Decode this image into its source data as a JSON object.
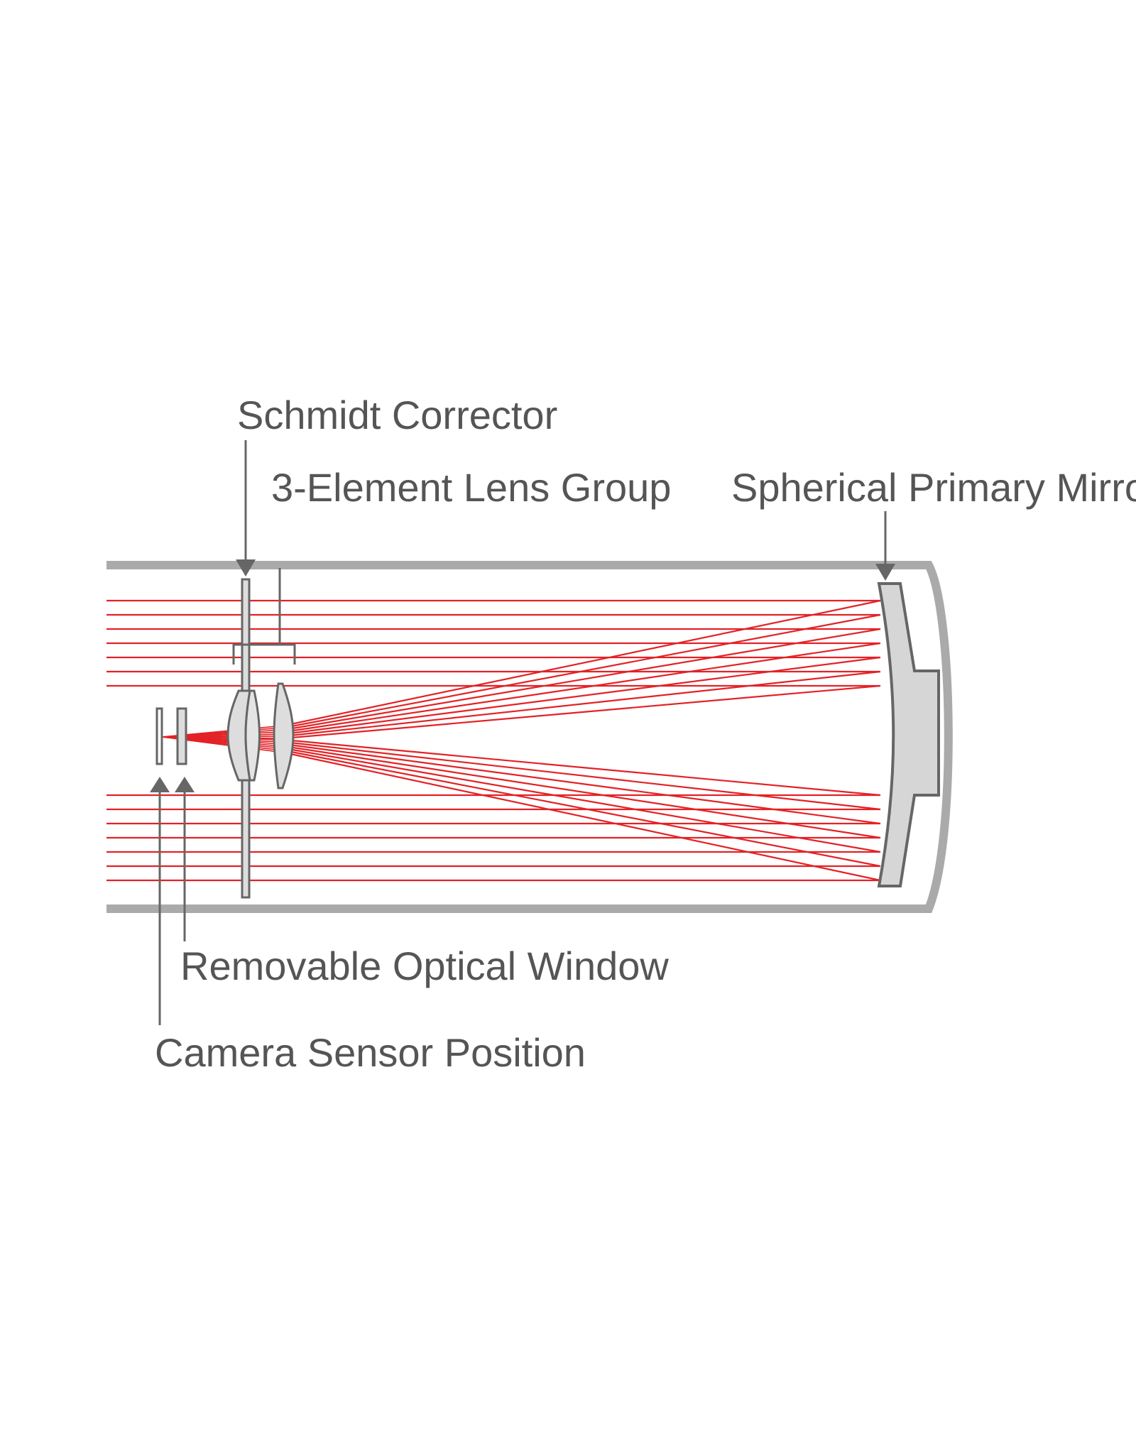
{
  "diagram": {
    "labels": {
      "schmidt_corrector": "Schmidt Corrector",
      "lens_group": "3-Element Lens Group",
      "primary_mirror": "Spherical Primary Mirror",
      "optical_window": "Removable Optical Window",
      "sensor_position": "Camera Sensor Position"
    },
    "colors": {
      "label_text": "#555555",
      "outline": "#666666",
      "tube": "#aaaaaa",
      "glass": "#dddddd",
      "mirror": "#d6d6d6",
      "ray": "#e32226",
      "background": "#ffffff"
    },
    "rays": {
      "count_per_bundle": 7
    }
  }
}
